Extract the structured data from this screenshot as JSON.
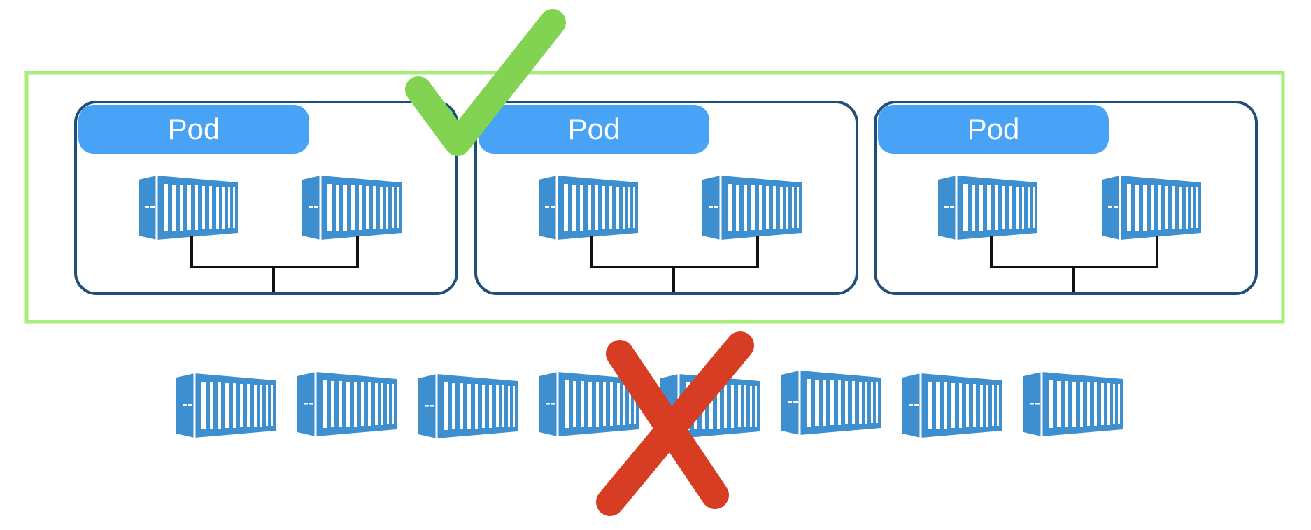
{
  "pods": [
    {
      "label": "Pod",
      "containers": 2
    },
    {
      "label": "Pod",
      "containers": 2
    },
    {
      "label": "Pod",
      "containers": 2
    }
  ],
  "loose_containers": {
    "count": 8
  },
  "marks": {
    "approve": {
      "icon": "check-mark-icon",
      "color": "#82d352"
    },
    "reject": {
      "icon": "x-mark-icon",
      "color": "#d63d22"
    }
  },
  "colors": {
    "group_border": "#a6ee78",
    "pod_border": "#1f4e79",
    "pod_label_bg": "#48a2f5",
    "pod_label_text": "#ffffff",
    "container": "#3d8fd0",
    "connector": "#111111"
  }
}
